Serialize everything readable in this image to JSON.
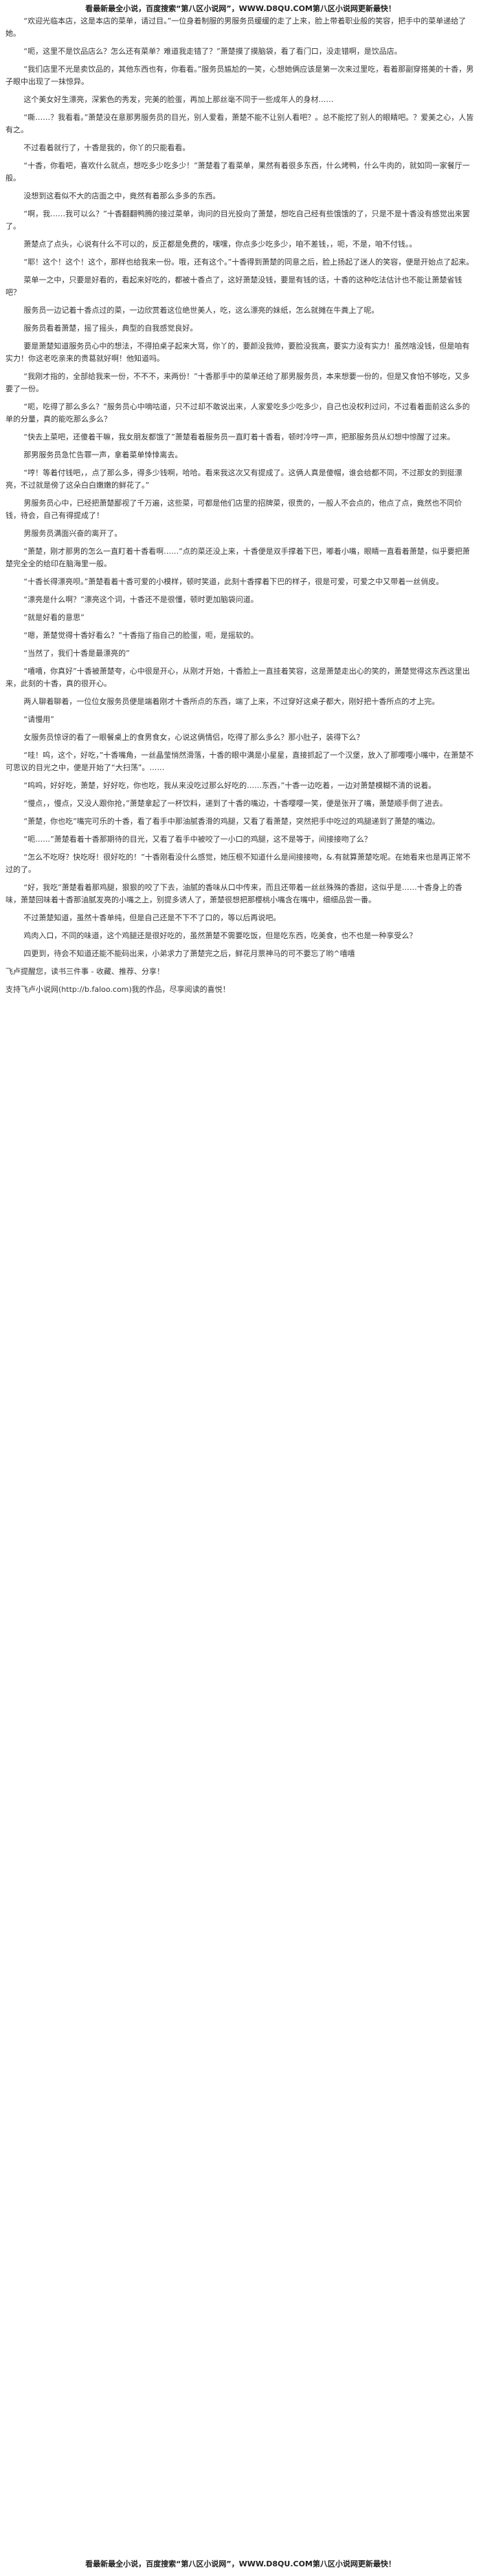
{
  "header": "看最新最全小说，百度搜索“第八区小说网”，WWW.D8QU.COM第八区小说网更新最快！",
  "footer": "看最新最全小说，百度搜索“第八区小说网”，WWW.D8QU.COM第八区小说网更新最快！",
  "paragraphs": [
    "“欢迎光临本店，这是本店的菜单，请过目。”一位身着制服的男服务员缓缓的走了上来，脸上带着职业般的笑容，把手中的菜单递给了她。",
    "“呃，这里不是饮品店么？怎么还有菜单？难道我走错了？”萧楚摸了摸脑袋，看了看门口，没走错啊，是饮品店。",
    "“我们店里不光是卖饮品的，其他东西也有，你看看。”服务员尴尬的一笑，心想她俩应该是第一次来过里吃，看着那副穿搭美的十香，男子眼中出现了一抹惊异。",
    "这个美女好生漂亮，深紫色的秀发，完美的脸蛋，再加上那丝毫不同于一些成年人的身材……",
    "“嘶……？我看看。”萧楚没在意那男服务员的目光，别人爱看，萧楚不能不让别人看吧？。总不能挖了别人的眼睛吧。？爱美之心，人皆有之。",
    "不过看着就行了，十香是我的，你丫的只能看看。",
    "“十香，你看吧，喜欢什么就点，想吃多少吃多少！”萧楚看了看菜单，果然有着很多东西，什么烤鸭，什么牛肉的，就如同一家餐厅一般。",
    "没想到这看似不大的店面之中，竟然有着那么多多的东西。",
    "“啊，我……我可以么？”十香翻翻鸭腾的接过菜单，询问的目光投向了萧楚，想吃自己经有些饿饿的了，只是不是十香没有感觉出来罢了。",
    "萧楚点了点头，心说有什么不可以的，反正都是免费的，嘿嘿，你点多少吃多少，咱不差钱，，呃，不是，咱不付钱。。",
    "“耶！这个！这个！这个，那样也给我来一份。哦，还有这个。”十香得到萧楚的同意之后，脸上扬起了迷人的笑容，便是开始点了起来。",
    "菜单一之中，只要是好看的，看起来好吃的，都被十香点了，这好萧楚没钱，要是有钱的话，十香的这种吃法估计也不能让萧楚省钱吧？",
    "服务员一边记着十香点过的菜，一边欣赏着这位绝世美人，吃，这么漂亮的妹纸，怎么就摊在牛粪上了呢。",
    "服务员看着萧楚，摇了摇头，典型的自我感觉良好。",
    "要是萧楚知道服务员心中的想法，不得拍桌子起来大骂，你丫的，要颜没我帅，要脸没我高，要实力没有实力！虽然啥没钱，但是咱有实力！你这老吃亲来的贵葛就好啊！他知道吗。",
    "“我刚才指的，全部给我来一份，不不不，来两份！”十香那手中的菜单还给了那男服务员，本来想要一份的，但是又食怕不够吃，又多要了一份。",
    "“呃，吃得了那么多么？”服务员心中嘀咕道，只不过却不敢说出来，人家爱吃多少吃多少，自己也没权利过问，不过看着面前这么多的单的分量，真的能吃那么多么？",
    "“快去上菜吧，还傻着干嘛，我女朋友都饿了”萧楚看着服务员一直盯着十香看，顿时冷哼一声，把那服务员从幻想中惊醒了过来。",
    "那男服务员急忙告罪一声，拿着菜单悻悻离去。",
    "“哼！等着付钱吧，，点了那么多，得多少钱啊，哈哈。看来我这次又有提成了。这俩人真是傻帽，谁会给都不同，不过那女的到挺漂亮，不过就是傍了这朵白白嫩嫩的鲜花了。”",
    "男服务员心中，已经把萧楚鄙视了千万遍，这些菜，可都是他们店里的招牌菜，很贵的，一般人不会点的，他点了点，竟然也不同价钱，待会，自己有得提成了！",
    "男服务员满面兴奋的离开了。",
    "“萧楚，刚才那男的怎么一直盯着十香看啊……”点的菜还没上来，十香便是双手撑着下巴，嘟着小嘴，眼睛一直看着萧楚，似乎要把萧楚完全全的给印在脑海里一般。",
    "“十香长得漂亮呗。”萧楚看着十香可爱的小模样，顿时笑道，此刻十香撑着下巴的样子，很是可爱，可爱之中又带着一丝俏皮。",
    "“漂亮是什么啊？”漂亮这个词，十香还不是很懂，顿时更加脑袋问道。",
    "“就是好看的意思”",
    "“嗯，萧楚觉得十香好看么？”十香指了指自己的脸蛋，呃，是摇软的。",
    "“当然了，我们十香是最漂亮的”",
    "“嘻嘻，你真好”十香被萧楚夸，心中很是开心，从刚才开始，十香脸上一直挂着笑容，这是萧楚走出心的笑的，萧楚觉得这东西这里出来，此刻的十香，真的很开心。",
    "两人聊着聊着，一位位女服务员便是端着刚才十香所点的东西，端了上来，不过穿好这桌子都大，刚好把十香所点的才上完。",
    "“请慢用”",
    "女服务员惊讶的看了一眼餐桌上的食男食女，心说这俩情侣，吃得了那么多么？那小肚子，装得下么？",
    "“哇！呜，这个，好吃，”十香嘴角，一丝晶莹悄然滑落，十香的眼中满是小星星，直接抓起了一个汉堡，放入了那嘤嘤小嘴中，在萧楚不可思议的目光之中，便是开始了“大扫荡”。……",
    "“呜呜，好好吃，萧楚，好好吃，你也吃，我从来没吃过那么好吃的……东西，”十香一边吃着，一边对萧楚模糊不清的说着。",
    "“慢点，，慢点，又没人跟你抢，”萧楚拿起了一杯饮料，递到了十香的嘴边，十香嘤嘤一笑，便是张开了嘴，萧楚顺手倒了进去。",
    "“萧楚，你也吃”嘴完可乐的十香，看了看手中那油腻香滑的鸡腿，又看了看萧楚，突然把手中吃过的鸡腿递到了萧楚的嘴边。",
    "“呃……”萧楚看着十香那期待的目光，又看了看手中被咬了一小口的鸡腿，这不是等于，间接接吻了么？",
    "“怎么不吃呀？快吃呀！很好吃的！”十香刚看没什么感觉，她压根不知道什么是间接接吻，&.有就算萧楚吃呢。在她看来也是再正常不过的了。",
    "“好，我吃”萧楚看着那鸡腿，狠狠的咬了下去，油腻的香味从口中传来，而且还带着一丝丝殊殊的香甜，这似乎是……十香身上的香味，萧楚回味着十香那油腻发亮的小嘴之上，别提多诱人了，萧楚很想把那樱桃小嘴含在嘴中，细细品尝一番。",
    "不过萧楚知道，虽然十香单纯，但是自己还是不下不了口的，等以后再说吧。",
    "鸡肉入口，不同的味道，这个鸡腿还是很好吃的，虽然萧楚不需要吃饭，但是吃东西，吃美食，也不也是一种享受么？",
    "四更到，待会不知道还能不能码出来，小弟求力了萧楚完之后，鲜花月票神马的可不要忘了哟^嘻嘻"
  ],
  "closing": [
    "飞卢提醒您，读书三件事 - 收藏、推荐、分享！",
    "支持飞卢小说网(http://b.faloo.com)我的作品，尽享阅读的喜悦！"
  ]
}
